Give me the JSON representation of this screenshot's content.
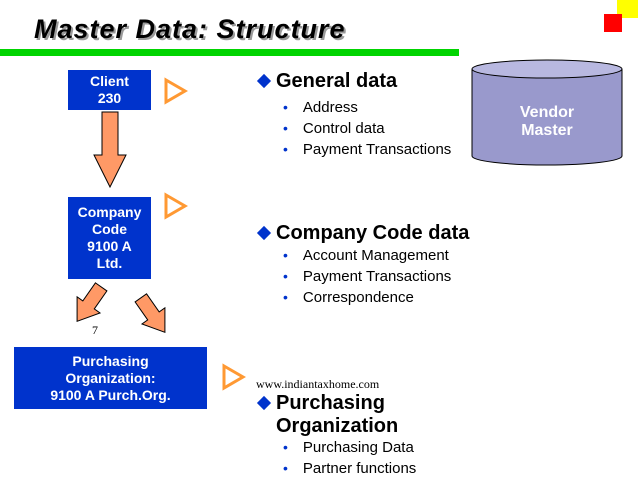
{
  "title": "Master Data: Structure",
  "client": {
    "line1": "Client",
    "line2": "230"
  },
  "company": {
    "line1": "Company",
    "line2": "Code",
    "line3": "9100 A",
    "line4": "Ltd."
  },
  "purchasing": {
    "line1": "Purchasing",
    "line2": "Organization:",
    "line3": "9100 A  Purch.Org."
  },
  "slide_number": "7",
  "website": "www.indiantaxhome.com",
  "vendor": {
    "line1": "Vendor",
    "line2": "Master"
  },
  "sections": {
    "general": {
      "heading": "General data",
      "items": [
        "Address",
        "Control data",
        "Payment Transactions"
      ]
    },
    "company": {
      "heading": "Company Code data",
      "items": [
        "Account Management",
        "Payment Transactions",
        "Correspondence"
      ]
    },
    "purchasing": {
      "heading_line1": "Purchasing",
      "heading_line2": "Organization",
      "items": [
        "Purchasing Data",
        "Partner functions"
      ]
    }
  },
  "colors": {
    "box_blue": "#0033cc",
    "arrow_orange": "#ff9966",
    "bar_green": "#00d400",
    "cylinder": "#9999cc",
    "pointer_orange": "#ff9933"
  }
}
